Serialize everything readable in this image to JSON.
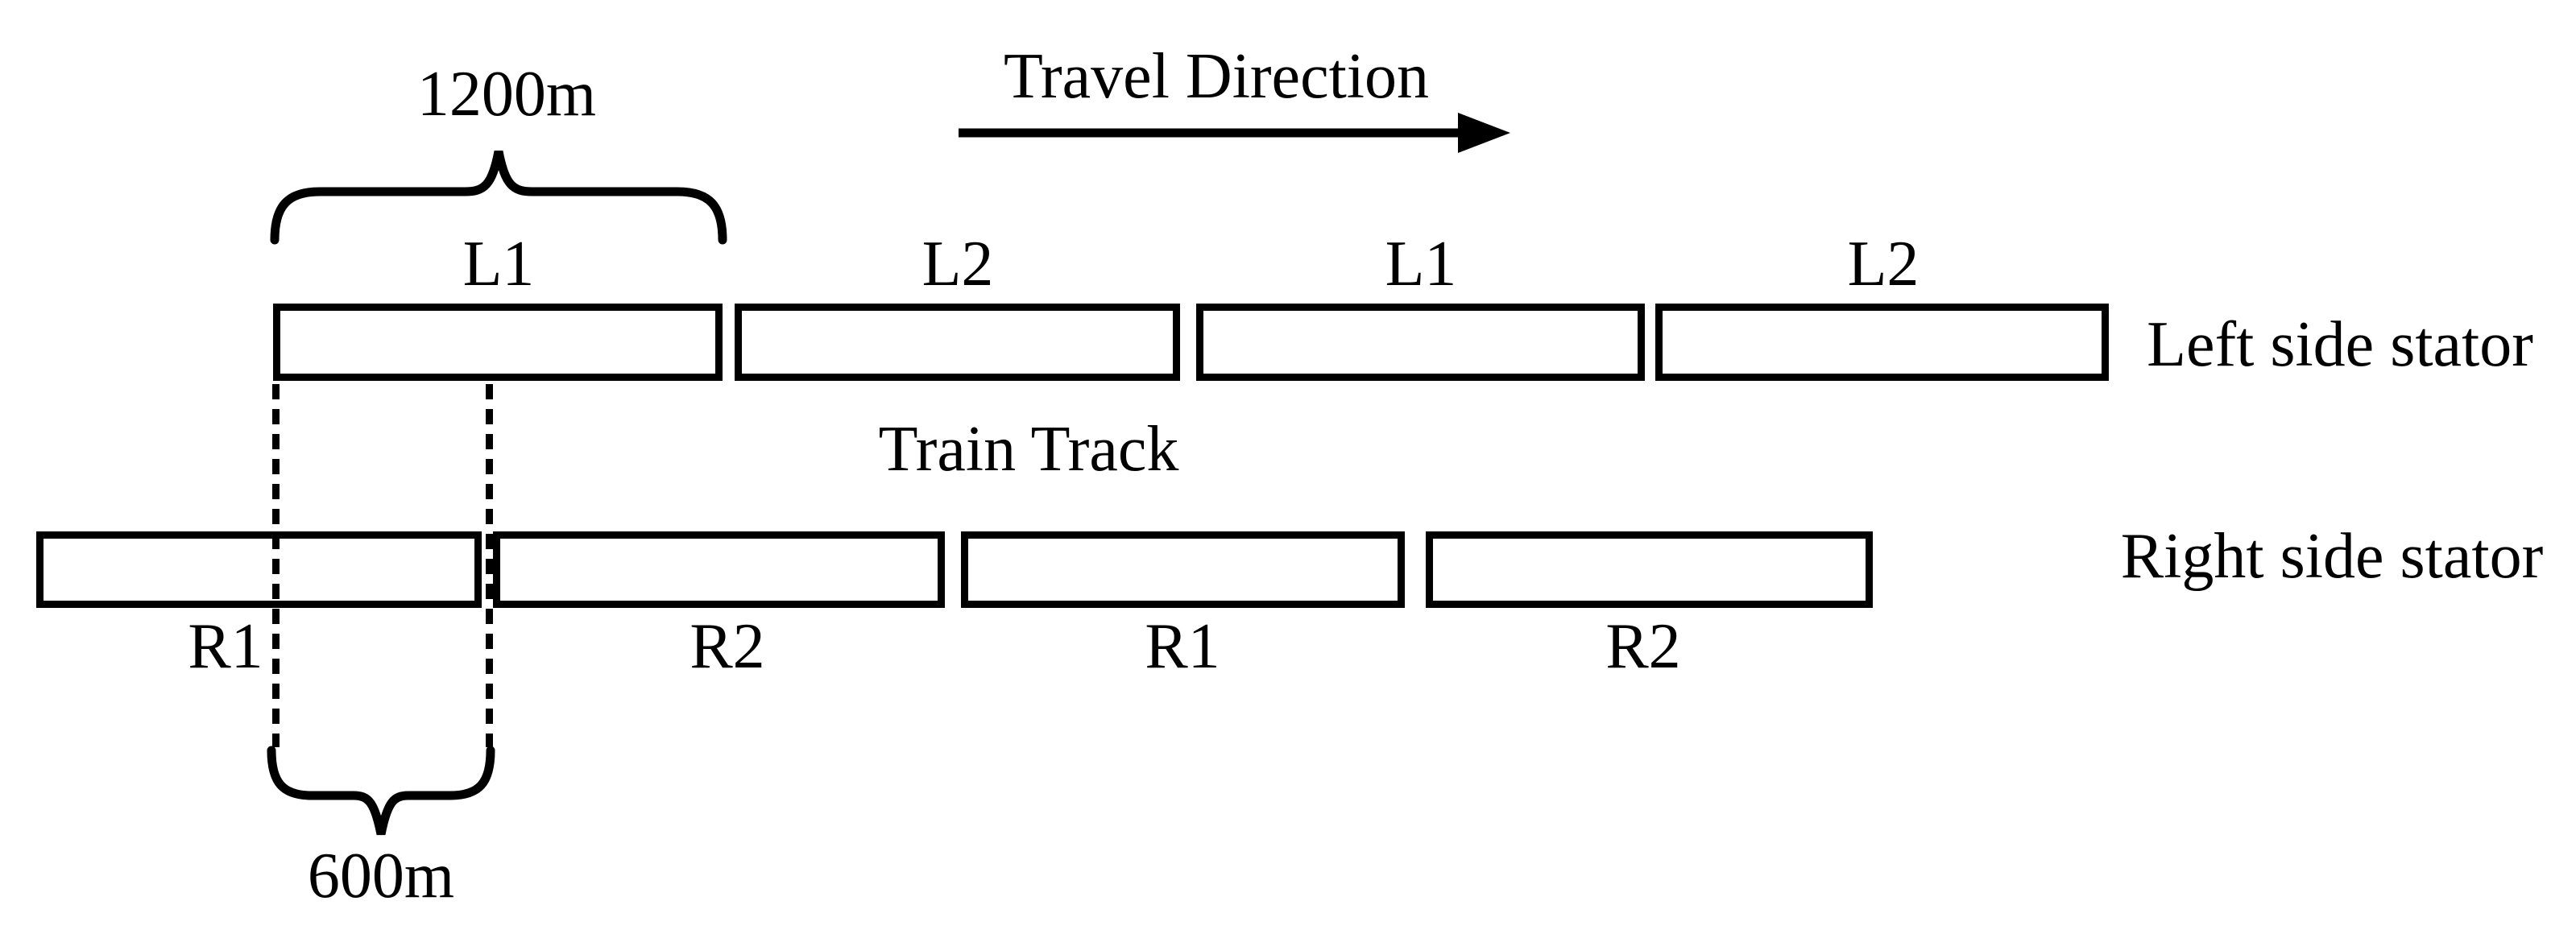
{
  "diagram": {
    "travel_direction": {
      "label": "Travel Direction"
    },
    "track": {
      "label": "Train Track"
    },
    "left_stator": {
      "label": "Left side stator",
      "segments": [
        "L1",
        "L2",
        "L1",
        "L2"
      ]
    },
    "right_stator": {
      "label": "Right side stator",
      "segments": [
        "R1",
        "R2",
        "R1",
        "R2"
      ]
    },
    "dimensions": {
      "segment_length": "1200m",
      "offset_length": "600m"
    },
    "colors": {
      "line": "#000000",
      "background": "#ffffff"
    }
  }
}
